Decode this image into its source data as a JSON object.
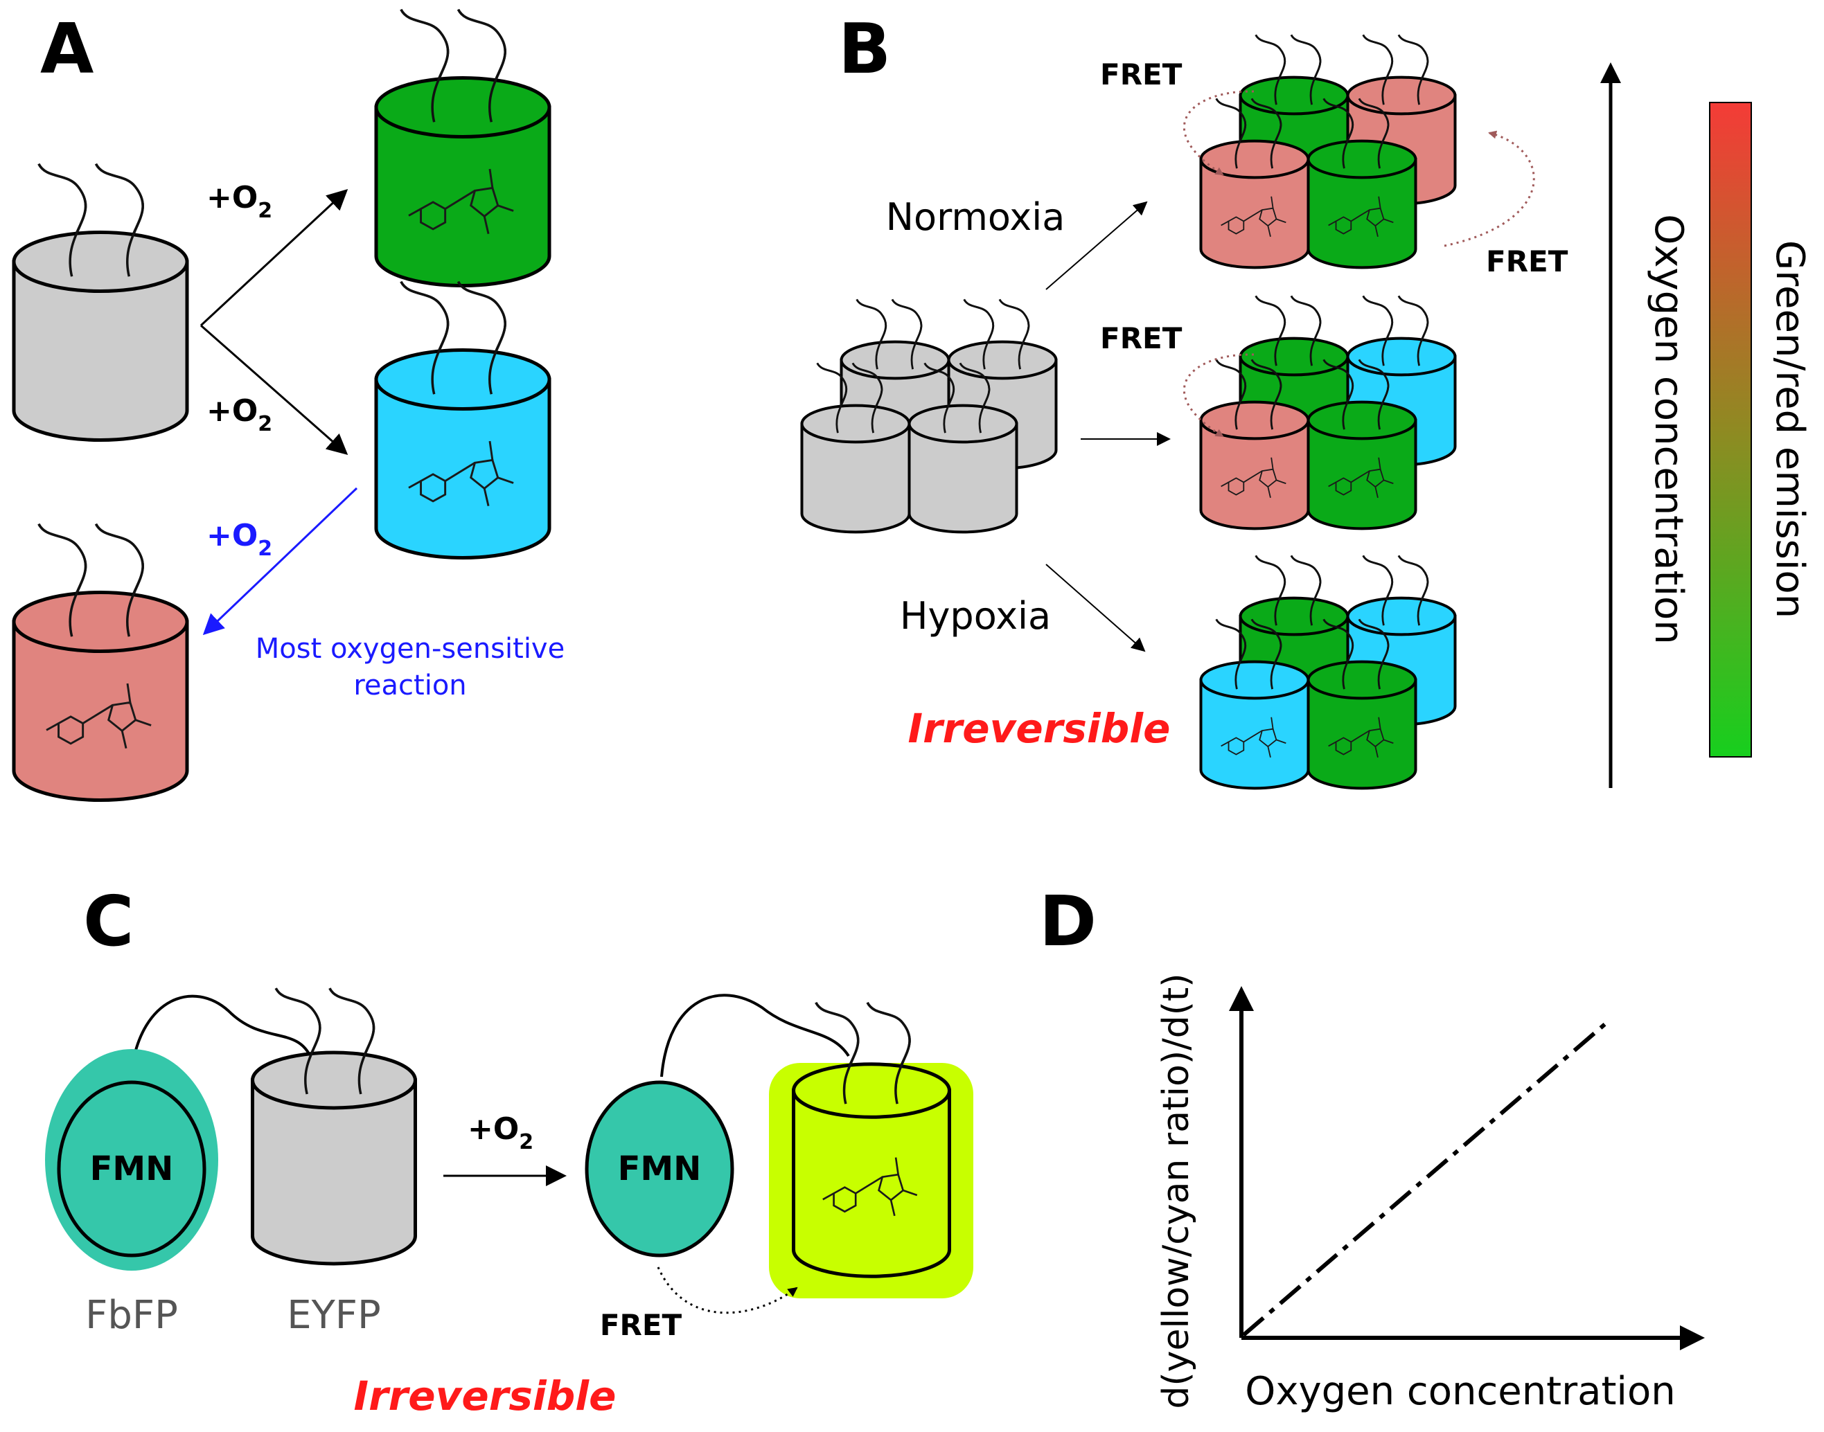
{
  "panels": {
    "a": "A",
    "b": "B",
    "c": "C",
    "d": "D"
  },
  "panel_a": {
    "plus_o2": "+O",
    "o2_subscript": "2",
    "sensitive_line1": "Most oxygen-sensitive",
    "sensitive_line2": "reaction",
    "blue_color": "#1a1aff"
  },
  "panel_b": {
    "fret": "FRET",
    "normoxia": "Normoxia",
    "hypoxia": "Hypoxia",
    "irreversible": "Irreversible",
    "axis_label": "Oxygen concentration",
    "bar_label": "Green/red emission"
  },
  "panel_c": {
    "fmn": "FMN",
    "fbfp": "FbFP",
    "eyfp": "EYFP",
    "plus_o2": "+O",
    "o2_subscript": "2",
    "fret": "FRET",
    "irreversible": "Irreversible"
  },
  "panel_d": {
    "y_label": "d(yellow/cyan ratio)/d(t)",
    "x_label": "Oxygen concentration"
  },
  "colors": {
    "gray": "#cccccc",
    "green": "#0aaa18",
    "cyan": "#2ad4ff",
    "red": "#e0847f",
    "teal": "#35c7aa",
    "yellow": "#c8ff00",
    "irreversible": "#ff1a1a",
    "fret_dotted": "#a05a5a"
  }
}
